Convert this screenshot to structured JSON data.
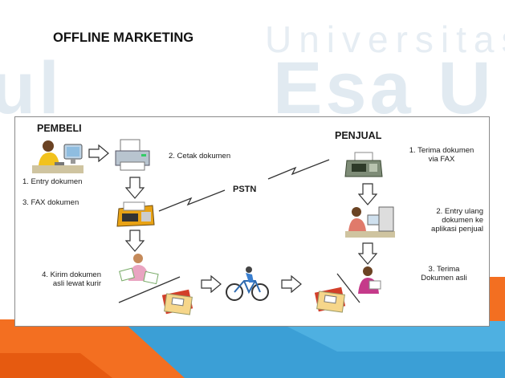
{
  "slide": {
    "title": "OFFLINE MARKETING",
    "watermark": {
      "line1": "Universitas",
      "line2a": "ul",
      "line2b": "Esa U"
    }
  },
  "diagram": {
    "buyer_label": "PEMBELI",
    "seller_label": "PENJUAL",
    "network_label": "PSTN",
    "buyer_steps": {
      "entry": "1. Entry dokumen",
      "print": "2. Cetak dokumen",
      "fax": "3. FAX dokumen",
      "courier_line1": "4. Kirim dokumen",
      "courier_line2": "asli lewat kurir"
    },
    "seller_steps": {
      "receive_line1": "1. Terima dokumen",
      "receive_line2": "via FAX",
      "reentry_line1": "2. Entry ulang",
      "reentry_line2": "dokumen ke",
      "reentry_line3": "aplikasi penjual",
      "original_line1": "3. Terima",
      "original_line2": "Dokumen asli"
    }
  },
  "colors": {
    "orange": "#f36f21",
    "blue": "#3b9fd6",
    "light_blue": "#5bbce8"
  }
}
